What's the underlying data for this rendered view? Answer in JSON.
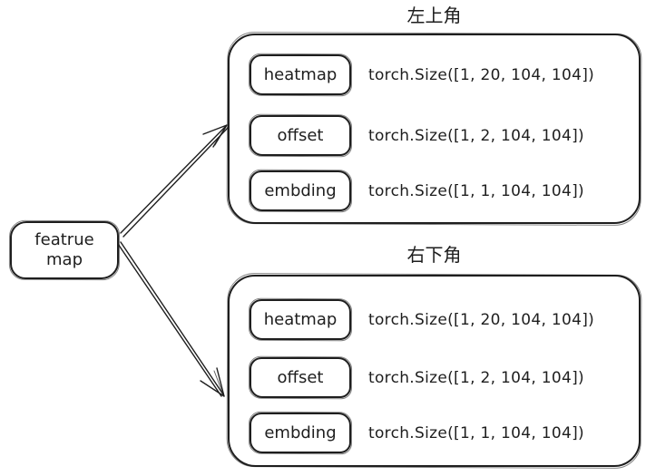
{
  "diagram": {
    "colors": {
      "stroke": "#1e1e1e",
      "background": "#ffffff"
    },
    "source_node": {
      "line1": "featrue",
      "line2": "map"
    },
    "groups": [
      {
        "title": "左上角",
        "rows": [
          {
            "label": "heatmap",
            "size": "torch.Size([1, 20, 104, 104])"
          },
          {
            "label": "offset",
            "size": "torch.Size([1, 2, 104, 104])"
          },
          {
            "label": "embding",
            "size": "torch.Size([1, 1, 104, 104])"
          }
        ]
      },
      {
        "title": "右下角",
        "rows": [
          {
            "label": "heatmap",
            "size": "torch.Size([1, 20, 104, 104])"
          },
          {
            "label": "offset",
            "size": "torch.Size([1, 2, 104, 104])"
          },
          {
            "label": "embding",
            "size": "torch.Size([1, 1, 104, 104])"
          }
        ]
      }
    ]
  }
}
